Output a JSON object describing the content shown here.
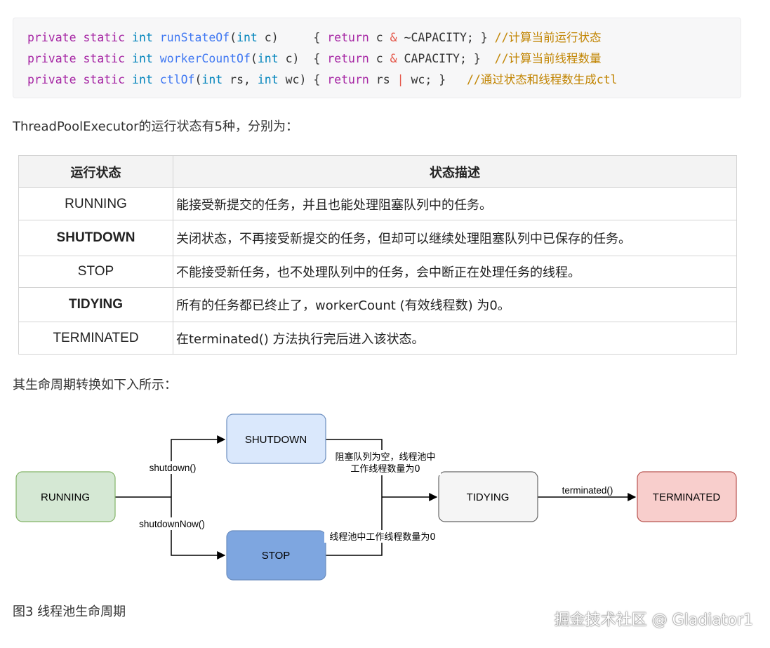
{
  "code": {
    "line1": {
      "mod1": "private",
      "mod2": "static",
      "type": "int",
      "fn": "runStateOf",
      "p1": "(",
      "ptype": "int",
      "pname": " c)     { ",
      "ret": "return",
      "expr1": " c ",
      "op": "&",
      "expr2": " ~CAPACITY; } ",
      "comment": "//计算当前运行状态"
    },
    "line2": {
      "mod1": "private",
      "mod2": "static",
      "type": "int",
      "fn": "workerCountOf",
      "p1": "(",
      "ptype": "int",
      "pname": " c)  { ",
      "ret": "return",
      "expr1": " c ",
      "op": "&",
      "expr2": " CAPACITY; }  ",
      "comment": "//计算当前线程数量"
    },
    "line3": {
      "mod1": "private",
      "mod2": "static",
      "type": "int",
      "fn": "ctlOf",
      "p1": "(",
      "ptype1": "int",
      "pname1": " rs, ",
      "ptype2": "int",
      "pname2": " wc) { ",
      "ret": "return",
      "expr1": " rs ",
      "op": "|",
      "expr2": " wc; }   ",
      "comment": "//通过状态和线程数生成ctl"
    }
  },
  "intro_text": "ThreadPoolExecutor的运行状态有5种，分别为：",
  "table": {
    "headers": [
      "运行状态",
      "状态描述"
    ],
    "rows": [
      {
        "state": "RUNNING",
        "desc": "能接受新提交的任务，并且也能处理阻塞队列中的任务。"
      },
      {
        "state": "SHUTDOWN",
        "desc": "关闭状态，不再接受新提交的任务，但却可以继续处理阻塞队列中已保存的任务。"
      },
      {
        "state": "STOP",
        "desc": "不能接受新任务，也不处理队列中的任务，会中断正在处理任务的线程。"
      },
      {
        "state": "TIDYING",
        "desc": "所有的任务都已终止了，workerCount (有效线程数) 为0。"
      },
      {
        "state": "TERMINATED",
        "desc": "在terminated() 方法执行完后进入该状态。"
      }
    ]
  },
  "lifecycle_text": "其生命周期转换如下入所示：",
  "diagram": {
    "nodes": {
      "running": "RUNNING",
      "shutdown": "SHUTDOWN",
      "stop": "STOP",
      "tidying": "TIDYING",
      "terminated": "TERMINATED"
    },
    "labels": {
      "shutdown_call": "shutdown()",
      "shutdownnow_call": "shutdownNow()",
      "shutdown_cond_1": "阻塞队列为空，线程池中",
      "shutdown_cond_2": "工作线程数量为0",
      "stop_cond": "线程池中工作线程数量为0",
      "terminated_call": "terminated()"
    },
    "colors": {
      "running_fill": "#d5e8d4",
      "running_stroke": "#82b366",
      "shutdown_fill": "#dae8fc",
      "shutdown_stroke": "#6c8ebf",
      "stop_fill": "#7ea6e0",
      "stop_stroke": "#6c8ebf",
      "tidying_fill": "#f5f5f5",
      "tidying_stroke": "#666666",
      "terminated_fill": "#f8cecc",
      "terminated_stroke": "#b85450"
    }
  },
  "caption": "图3 线程池生命周期",
  "watermark": "掘金技术社区 @ Gladiator1"
}
